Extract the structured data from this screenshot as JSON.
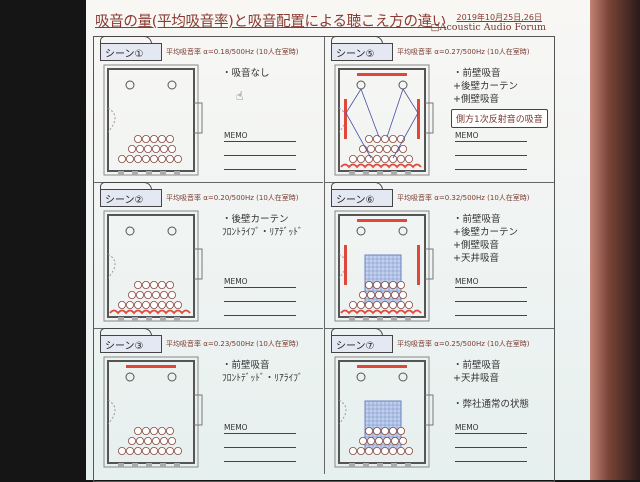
{
  "header": {
    "title": "吸音の量(平均吸音率)と吸音配置による聴こえ方の違い",
    "date": "2019年10月25日,26日",
    "forum": "□Acoustic Audio Forum"
  },
  "memo_label": "MEMO",
  "colors": {
    "absorber": "#e0463a",
    "ceiling": "#8aa8e8",
    "text_accent": "#8a3a30"
  },
  "scenes": [
    {
      "label": "シーン①",
      "alpha": "平均吸音率 α=0.18/500Hz (10人在室時)",
      "notes": [
        "・吸音なし"
      ],
      "front": false,
      "sides": false,
      "rear": false,
      "ceiling": false,
      "arrows": false,
      "cursor": true
    },
    {
      "label": "シーン⑤",
      "alpha": "平均吸音率 α=0.27/500Hz (10人在室時)",
      "notes": [
        "・前壁吸音",
        "+後壁カーテン",
        "+側壁吸音"
      ],
      "callout": "側方1次反射音の吸音",
      "front": true,
      "sides": true,
      "rear": true,
      "ceiling": false,
      "arrows": true
    },
    {
      "label": "シーン②",
      "alpha": "平均吸音率 α=0.20/500Hz (10人在室時)",
      "notes": [
        "・後壁カーテン",
        "ﾌﾛﾝﾄﾗｲﾌﾞ・ﾘｱﾃﾞｯﾄﾞ"
      ],
      "front": false,
      "sides": false,
      "rear": true,
      "ceiling": false,
      "arrows": false
    },
    {
      "label": "シーン⑥",
      "alpha": "平均吸音率 α=0.32/500Hz (10人在室時)",
      "notes": [
        "・前壁吸音",
        "+後壁カーテン",
        "+側壁吸音",
        "+天井吸音"
      ],
      "front": true,
      "sides": true,
      "rear": true,
      "ceiling": true,
      "arrows": false
    },
    {
      "label": "シーン③",
      "alpha": "平均吸音率 α=0.23/500Hz (10人在室時)",
      "notes": [
        "・前壁吸音",
        "ﾌﾛﾝﾄﾃﾞｯﾄﾞ・ﾘｱﾗｲﾌﾞ"
      ],
      "front": true,
      "sides": false,
      "rear": false,
      "ceiling": false,
      "arrows": false
    },
    {
      "label": "シーン⑦",
      "alpha": "平均吸音率 α=0.25/500Hz (10人在室時)",
      "notes": [
        "・前壁吸音",
        "+天井吸音",
        "",
        "・弊社通常の状態"
      ],
      "front": true,
      "sides": false,
      "rear": false,
      "ceiling": true,
      "arrows": false
    }
  ]
}
